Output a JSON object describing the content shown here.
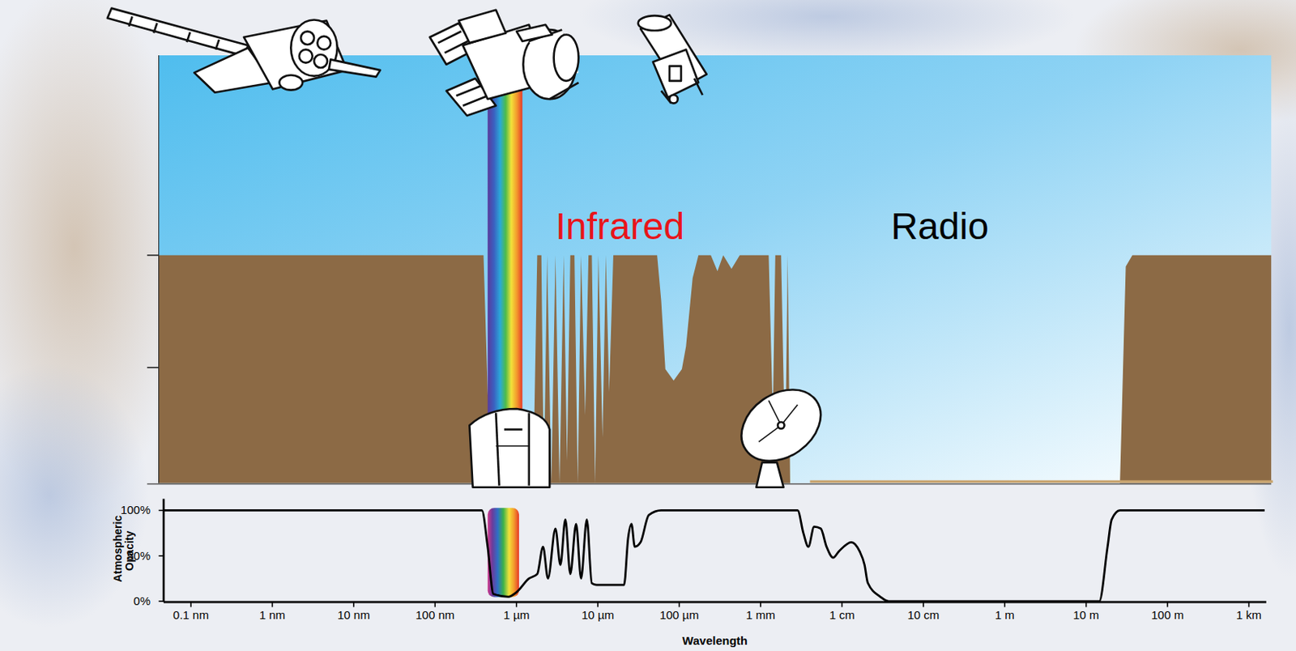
{
  "diagram": {
    "labels": [
      "Infrared",
      "Radio",
      "Atmospheric Opacity",
      "100%",
      "50%",
      "0%",
      "0.1 nm",
      "1 nm",
      "10 nm",
      "100 nm",
      "1 µm",
      "10 µm",
      "100 µm",
      "1 mm",
      "1 cm",
      "10 cm",
      "1 m",
      "10 m",
      "100 m",
      "1 km",
      "Wavelength"
    ]
  }
}
